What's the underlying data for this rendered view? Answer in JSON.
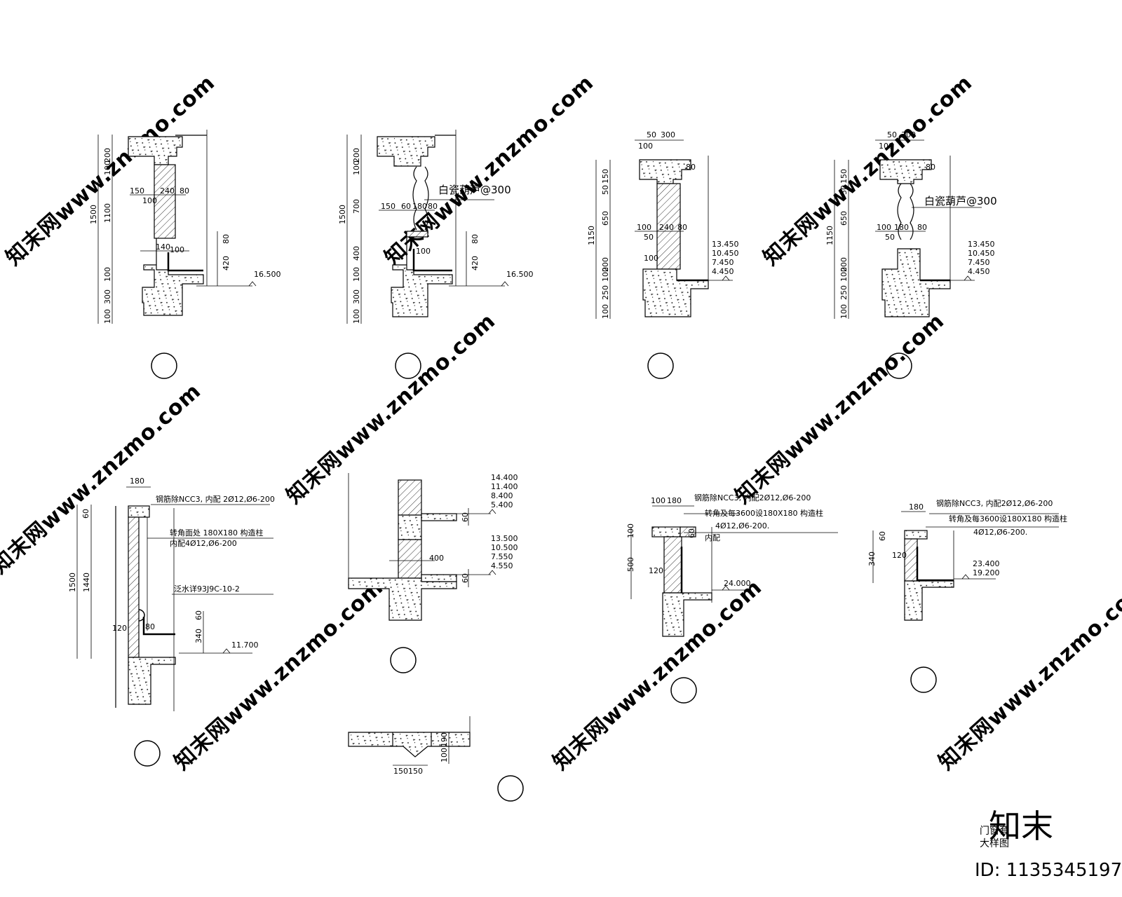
{
  "watermark": {
    "text": "知末网www.znzmo.com",
    "brand": "知末",
    "id_label": "ID: 1135345197"
  },
  "title_block": {
    "line1": "门窗套",
    "line2": "大样图"
  },
  "details": {
    "d1": {
      "dims": [
        "200",
        "100",
        "1500",
        "1100",
        "100",
        "300",
        "100",
        "150",
        "240",
        "80",
        "100",
        "140",
        "100",
        "80",
        "420"
      ],
      "level": "16.500"
    },
    "d2": {
      "dims": [
        "200",
        "100",
        "1500",
        "700",
        "400",
        "100",
        "300",
        "100",
        "150",
        "60",
        "180",
        "80",
        "100",
        "80",
        "420"
      ],
      "note": "白瓷葫芦@300",
      "level": "16.500"
    },
    "d3": {
      "dims": [
        "50",
        "300",
        "100",
        "80",
        "150",
        "50",
        "1150",
        "650",
        "100",
        "240",
        "80",
        "50",
        "200",
        "100",
        "100",
        "250",
        "100"
      ],
      "levels": [
        "13.450",
        "10.450",
        "7.450",
        "4.450"
      ]
    },
    "d4": {
      "dims": [
        "50",
        "300",
        "100",
        "80",
        "150",
        "50",
        "1150",
        "650",
        "100",
        "180",
        "80",
        "50",
        "200",
        "100",
        "250",
        "100"
      ],
      "note": "白瓷葫芦@300",
      "levels": [
        "13.450",
        "10.450",
        "7.450",
        "4.450"
      ]
    },
    "d5": {
      "dims": [
        "180",
        "60",
        "1500",
        "1440",
        "60",
        "120",
        "80",
        "340"
      ],
      "notes": [
        "钢筋除NCC3, 内配 2Ø12,Ø6-200",
        "转角面处 180X180 构造柱",
        "内配4Ø12,Ø6-200",
        "泛水详93J9C-10-2"
      ],
      "level": "11.700"
    },
    "d6": {
      "dims": [
        "60",
        "400",
        "60"
      ],
      "levels_a": [
        "14.400",
        "11.400",
        "8.400",
        "5.400"
      ],
      "levels_b": [
        "13.500",
        "10.500",
        "7.550",
        "4.550"
      ]
    },
    "d7": {
      "dims": [
        "100",
        "180",
        "60",
        "100",
        "500",
        "120"
      ],
      "notes": [
        "钢筋除NCC3, 内配2Ø12,Ø6-200",
        "转角及每3600设180X180 构造柱",
        "内配",
        "4Ø12,Ø6-200."
      ],
      "level": "24.000"
    },
    "d8": {
      "dims": [
        "180",
        "60",
        "120",
        "340"
      ],
      "notes": [
        "钢筋除NCC3, 内配2Ø12,Ø6-200",
        "转角及每3600设180X180 构造柱",
        "4Ø12,Ø6-200."
      ],
      "levels": [
        "23.400",
        "19.200"
      ]
    },
    "d9": {
      "dims": [
        "150",
        "150",
        "100",
        "190"
      ]
    }
  }
}
